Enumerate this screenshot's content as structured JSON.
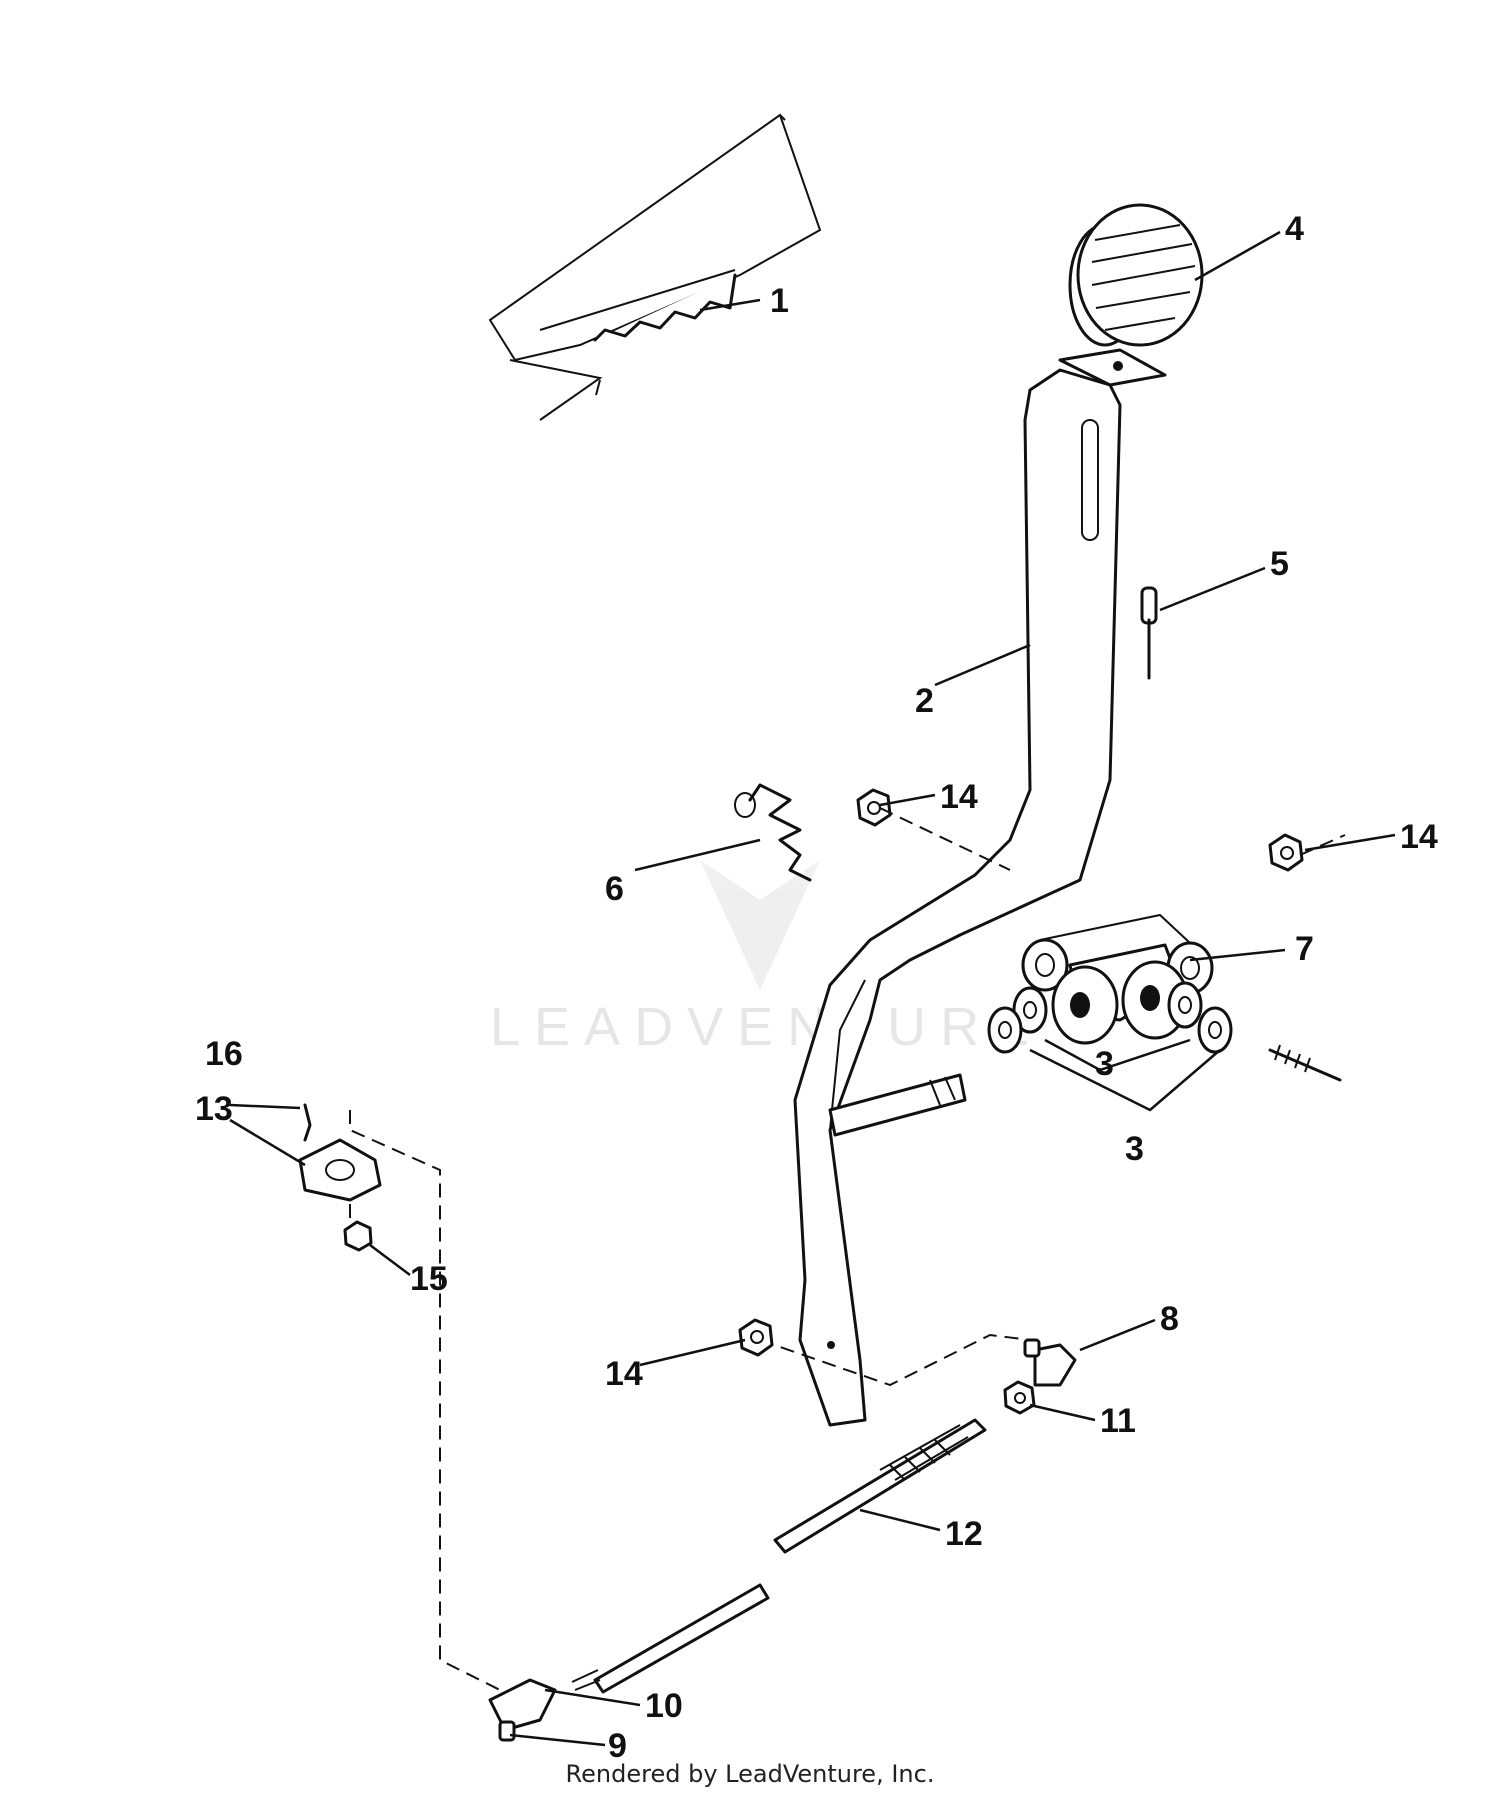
{
  "watermark": "LEADVENTURE",
  "footer": "Rendered by LeadVenture, Inc.",
  "callouts": {
    "c1": "1",
    "c2": "2",
    "c3a": "3",
    "c3b": "3",
    "c4": "4",
    "c5": "5",
    "c6": "6",
    "c7": "7",
    "c8": "8",
    "c9": "9",
    "c10": "10",
    "c11": "11",
    "c12": "12",
    "c13": "13",
    "c14a": "14",
    "c14b": "14",
    "c14c": "14",
    "c15": "15",
    "c16": "16"
  }
}
